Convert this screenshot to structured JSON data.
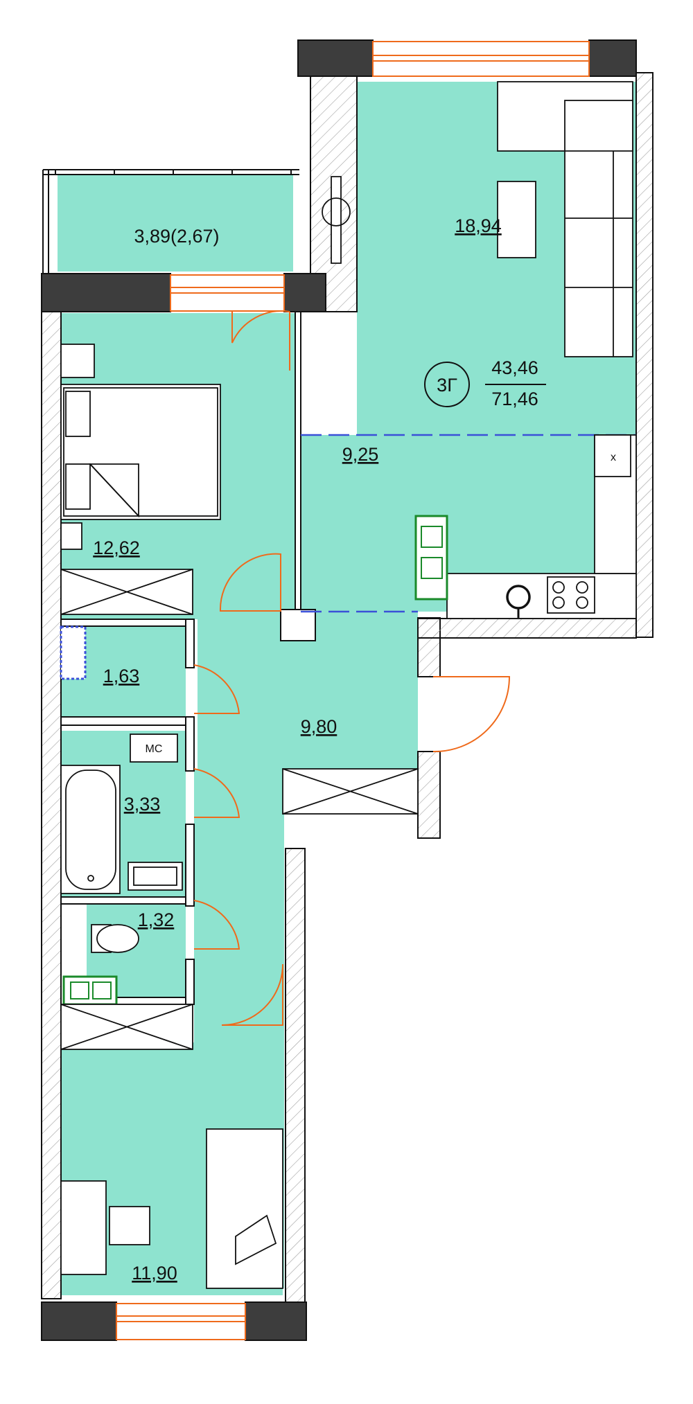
{
  "apartment": {
    "type_code": "3Г",
    "living_area": "43,46",
    "total_area": "71,46"
  },
  "rooms": {
    "balcony": "3,89(2,67)",
    "living_room": "18,94",
    "kitchen": "9,25",
    "bedroom_1": "12,62",
    "laundry": "1,63",
    "hallway": "9,80",
    "bathroom": "3,33",
    "toilet": "1,32",
    "bedroom_2": "11,90"
  },
  "fixture_labels": {
    "fridge": "х",
    "mc": "МС"
  },
  "colors": {
    "floor": "#8ee3cf",
    "wall": "#111111",
    "column": "#3d3d3d",
    "door": "#ef6a1b",
    "zone_line": "#3b50d8",
    "hatch": "#a0a0a0"
  }
}
